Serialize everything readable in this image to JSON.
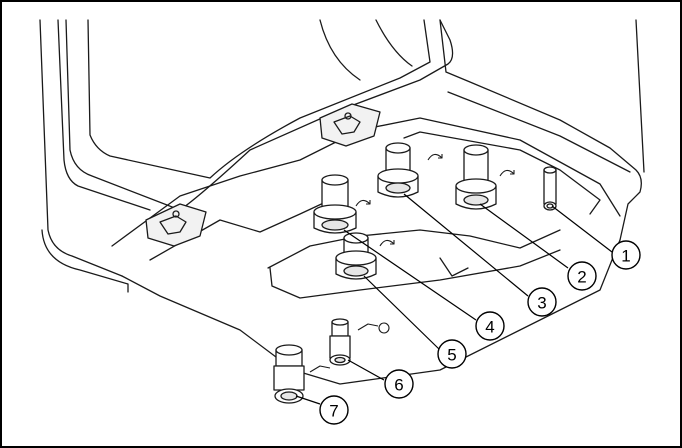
{
  "diagram": {
    "callouts": [
      {
        "id": 1,
        "label": "1"
      },
      {
        "id": 2,
        "label": "2"
      },
      {
        "id": 3,
        "label": "3"
      },
      {
        "id": 4,
        "label": "4"
      },
      {
        "id": 5,
        "label": "5"
      },
      {
        "id": 6,
        "label": "6"
      },
      {
        "id": 7,
        "label": "7"
      }
    ],
    "colors": {
      "frame": "#000000",
      "stroke": "#1a1a1a",
      "fill": "#ffffff",
      "shade": "#e6e6e6"
    }
  }
}
